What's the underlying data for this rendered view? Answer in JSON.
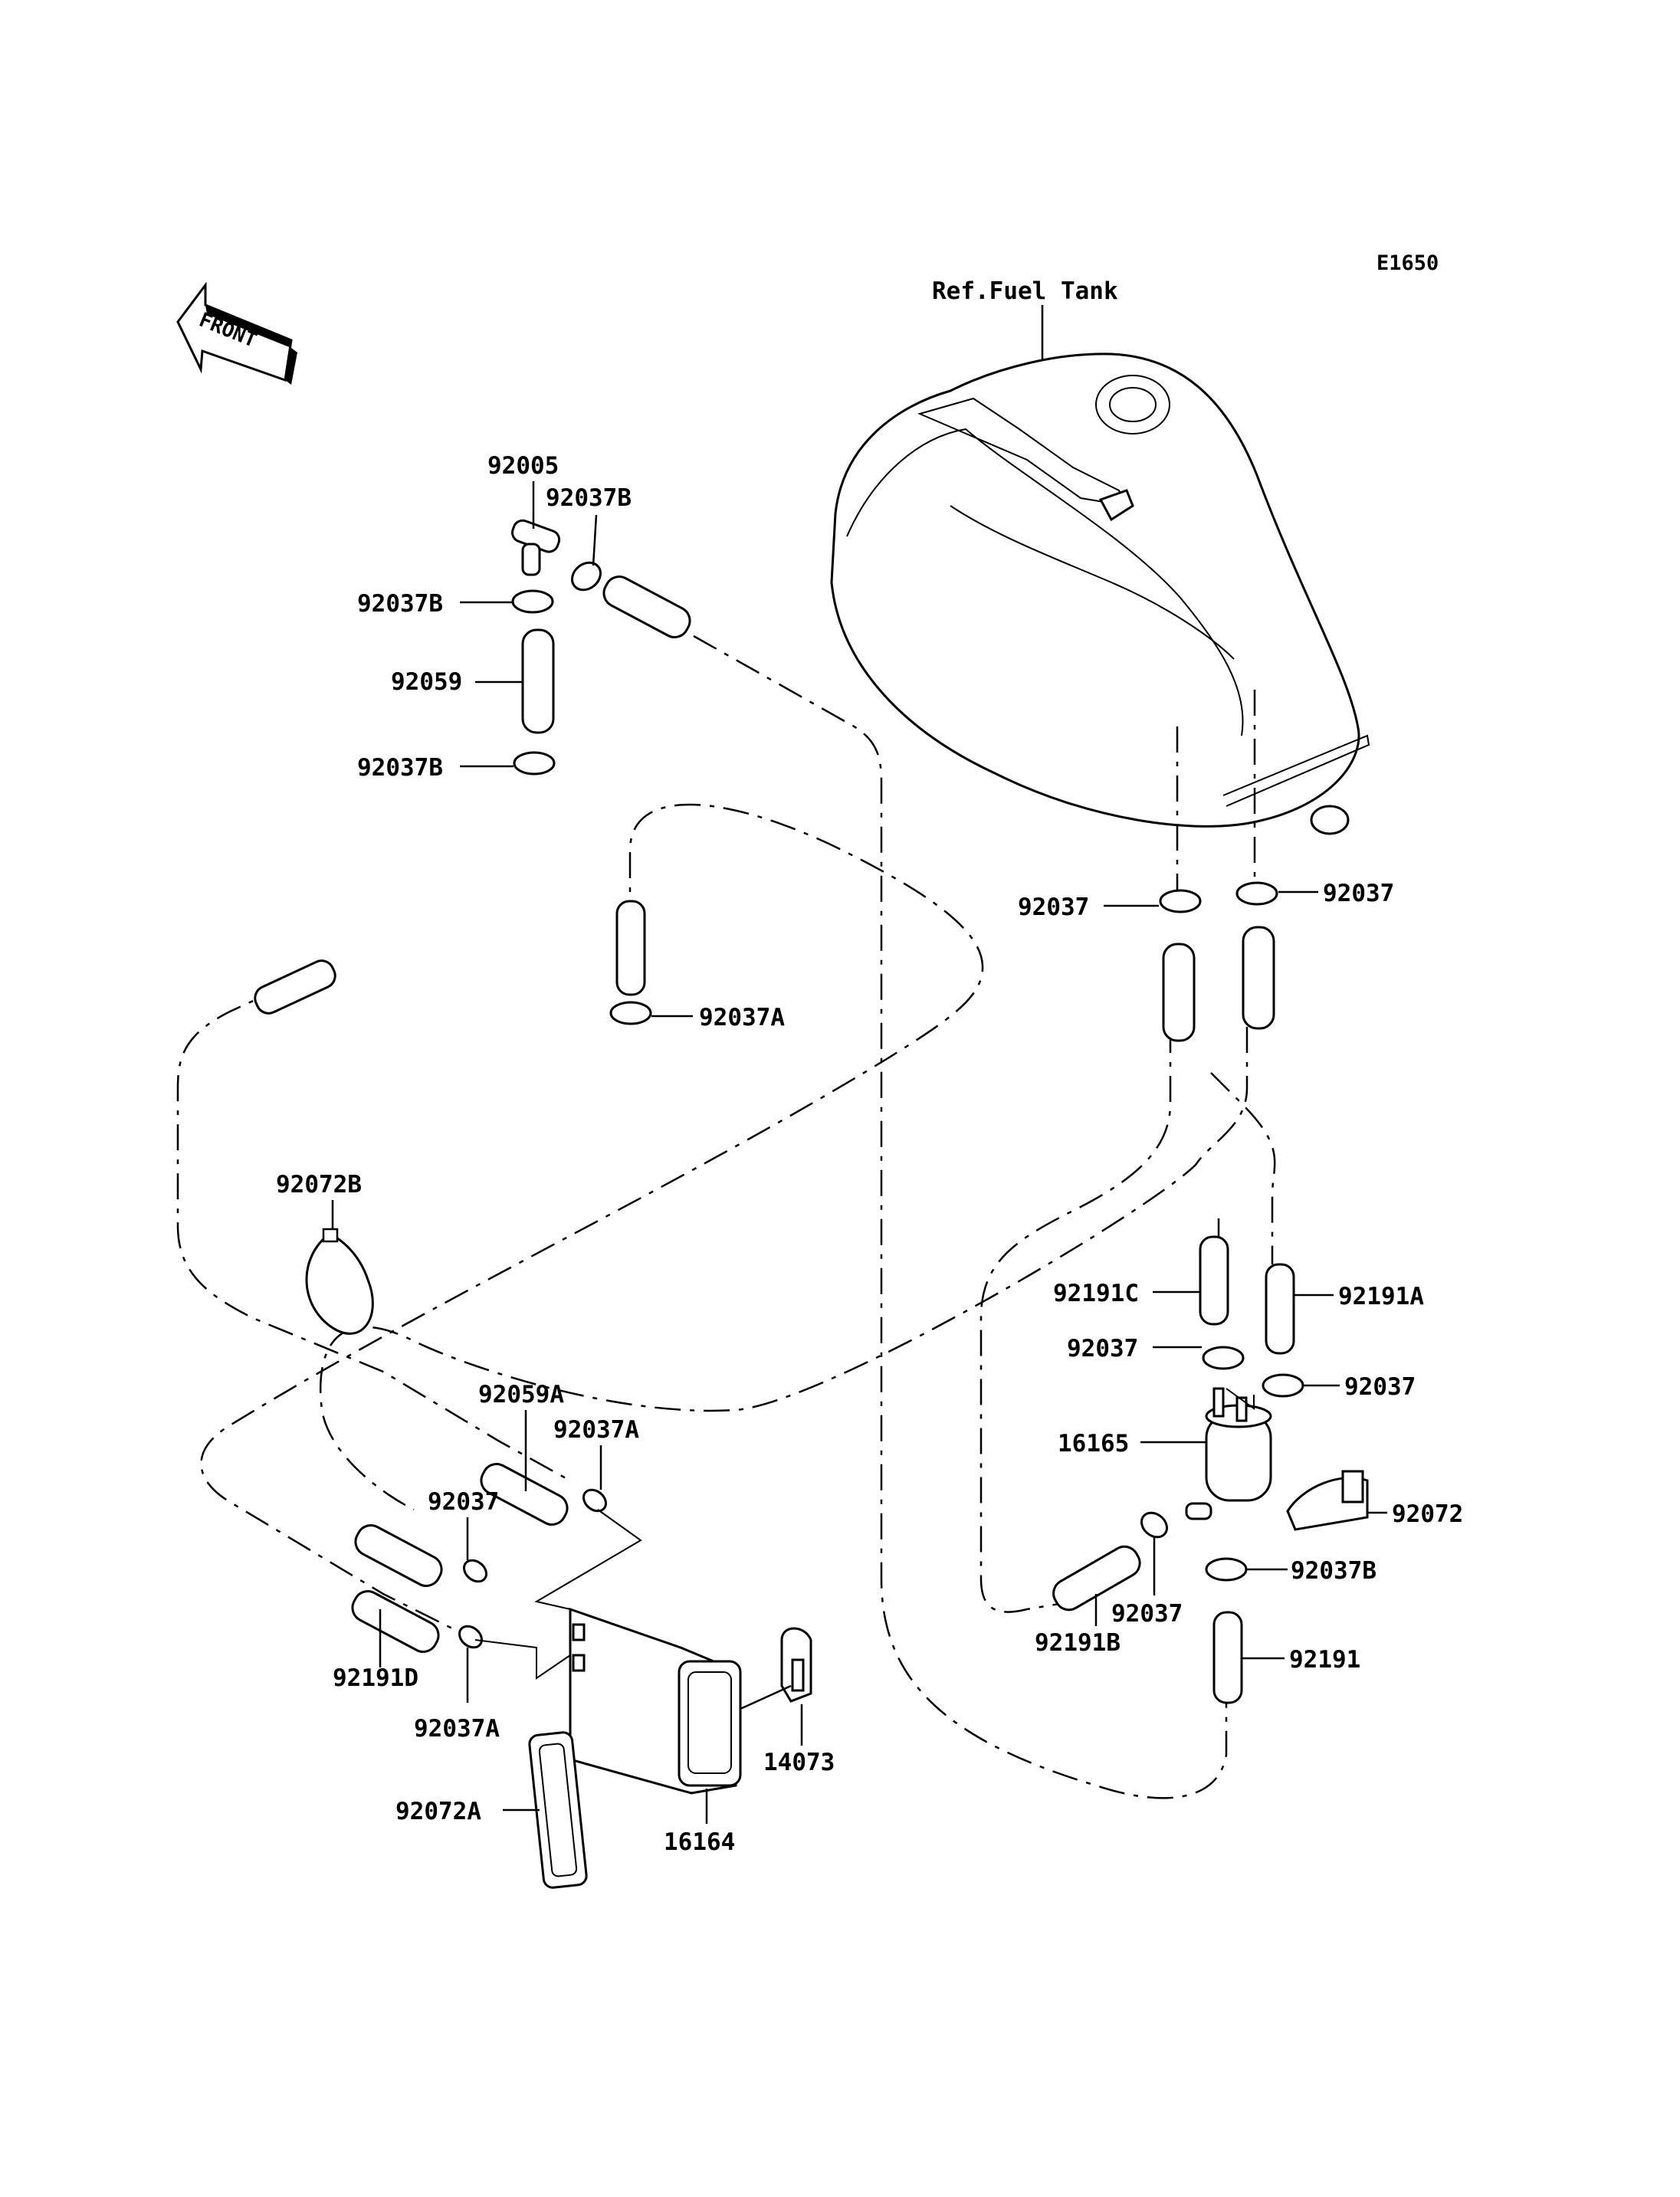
{
  "diagram_code": "E1650",
  "front_label": "FRONT",
  "ref_label": "Ref.Fuel Tank",
  "labels": {
    "p92005": "92005",
    "p92037B_top": "92037B",
    "p92037B_left": "92037B",
    "p92059": "92059",
    "p92037B_low": "92037B",
    "p92037A_mid": "92037A",
    "p92072B": "92072B",
    "p92037_tank_l": "92037",
    "p92037_tank_r": "92037",
    "p92191C": "92191C",
    "p92191A": "92191A",
    "p92037_pump_l": "92037",
    "p92037_pump_r": "92037",
    "p16165": "16165",
    "p92072": "92072",
    "p92037B_pump": "92037B",
    "p92037_pump_low": "92037",
    "p92191B": "92191B",
    "p92191": "92191",
    "p92059A": "92059A",
    "p92037A_can_top": "92037A",
    "p92037_can": "92037",
    "p92191D": "92191D",
    "p92037A_can_low": "92037A",
    "p92072A": "92072A",
    "p16164": "16164",
    "p14073": "14073"
  }
}
